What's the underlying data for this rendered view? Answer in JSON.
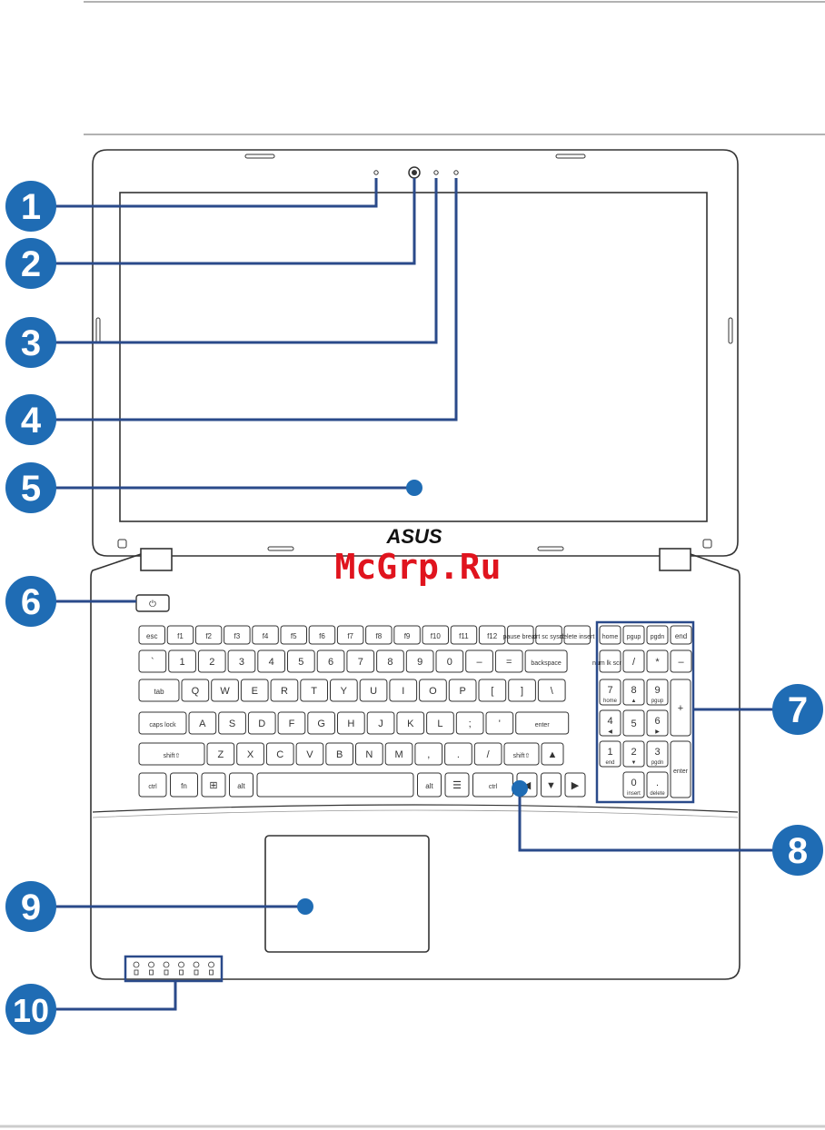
{
  "brand_logo": "ASUS",
  "watermark": "McGrp.Ru",
  "callouts": [
    "1",
    "2",
    "3",
    "4",
    "5",
    "6",
    "7",
    "8",
    "9",
    "10"
  ],
  "keyboard": {
    "fn_row": [
      "esc",
      "f1",
      "f2",
      "f3",
      "f4",
      "f5",
      "f6",
      "f7",
      "f8",
      "f9",
      "f10",
      "f11",
      "f12",
      "pause break",
      "prt sc sysrq",
      "delete insert"
    ],
    "numpad_top": [
      "home",
      "pgup",
      "pgdn",
      "end"
    ],
    "number_row": [
      "`",
      "1",
      "2",
      "3",
      "4",
      "5",
      "6",
      "7",
      "8",
      "9",
      "0",
      "–",
      "=",
      "backspace"
    ],
    "numpad_row2": [
      "num lk scr lk",
      "/",
      "*",
      "–"
    ],
    "top_row": [
      "tab",
      "Q",
      "W",
      "E",
      "R",
      "T",
      "Y",
      "U",
      "I",
      "O",
      "P",
      "[",
      "]",
      "\\"
    ],
    "numpad_row3": [
      "7",
      "8",
      "9",
      "+"
    ],
    "numpad_row3_sub": [
      "home",
      "▲",
      "pgup"
    ],
    "home_row": [
      "caps lock",
      "A",
      "S",
      "D",
      "F",
      "G",
      "H",
      "J",
      "K",
      "L",
      ";",
      "'",
      "enter"
    ],
    "numpad_row4": [
      "4",
      "5",
      "6"
    ],
    "numpad_row4_sub": [
      "◀",
      "",
      "▶"
    ],
    "bottom_row": [
      "shift⇧",
      "Z",
      "X",
      "C",
      "V",
      "B",
      "N",
      "M",
      ",",
      ".",
      "/",
      "shift⇧",
      "▲"
    ],
    "numpad_row5": [
      "1",
      "2",
      "3",
      "enter"
    ],
    "numpad_row5_sub": [
      "end",
      "▼",
      "pgdn"
    ],
    "space_row": [
      "ctrl",
      "fn",
      "⊞",
      "alt",
      "",
      "alt",
      "☰",
      "ctrl",
      "◀",
      "▼",
      "▶"
    ],
    "numpad_row6": [
      "0",
      ".",
      ""
    ],
    "numpad_row6_sub": [
      "insert",
      "delete"
    ]
  },
  "colors": {
    "callout_blue": "#1f6cb4",
    "line": "#2a4a8a",
    "body_stroke": "#333333",
    "watermark_red": "#e0141e"
  }
}
